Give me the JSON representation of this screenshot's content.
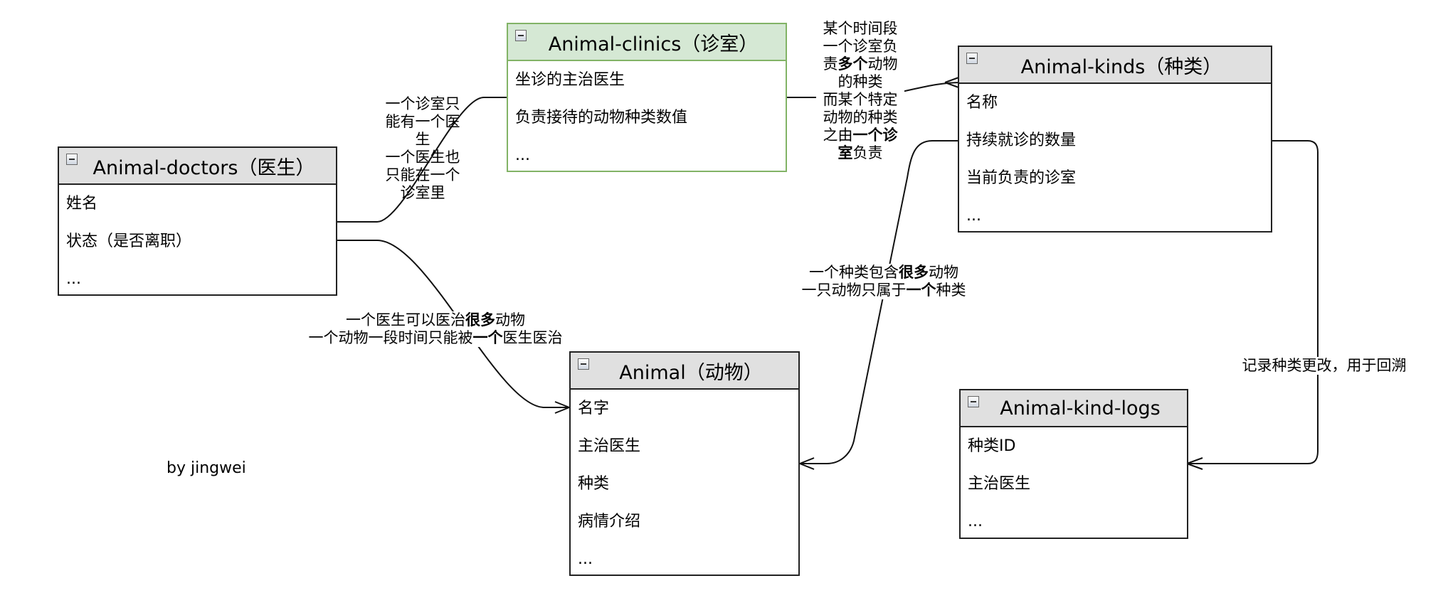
{
  "entities": {
    "doctors": {
      "title": "Animal-doctors（医生）",
      "rows": [
        "姓名",
        "状态（是否离职）",
        "..."
      ]
    },
    "clinics": {
      "title": "Animal-clinics（诊室）",
      "rows": [
        "坐诊的主治医生",
        "负责接待的动物种类数值",
        "..."
      ]
    },
    "kinds": {
      "title": "Animal-kinds（种类）",
      "rows": [
        "名称",
        "持续就诊的数量",
        "当前负责的诊室",
        "..."
      ]
    },
    "animal": {
      "title": "Animal（动物）",
      "rows": [
        "名字",
        "主治医生",
        "种类",
        "病情介绍",
        "..."
      ]
    },
    "kind_logs": {
      "title": "Animal-kind-logs",
      "rows": [
        "种类ID",
        "主治医生",
        "..."
      ]
    }
  },
  "relations": {
    "doctor_clinic": [
      "一个诊室只",
      "能有一个医",
      "生",
      "一个医生也",
      "只能在一个",
      "诊室里"
    ],
    "clinic_kind": {
      "line1": "某个时间段",
      "line2": "一个诊室负",
      "line3_a": "责",
      "line3_b": "多个",
      "line3_c": "动物",
      "line4": "的种类",
      "line5": "而某个特定",
      "line6": "动物的种类",
      "line7_a": "之由",
      "line7_b": "一个诊",
      "line8_a": "室",
      "line8_b": "负责"
    },
    "doctor_animal": {
      "line1_a": "一个医生可以医治",
      "line1_b": "很多",
      "line1_c": "动物",
      "line2_a": "一个动物一段时间只能被",
      "line2_b": "一个",
      "line2_c": "医生医治"
    },
    "kind_animal": {
      "line1_a": "一个种类包含",
      "line1_b": "很多",
      "line1_c": "动物",
      "line2_a": "一只动物只属于",
      "line2_b": "一个",
      "line2_c": "种类"
    },
    "kind_logs": "记录种类更改，用于回溯"
  },
  "author": "by jingwei"
}
